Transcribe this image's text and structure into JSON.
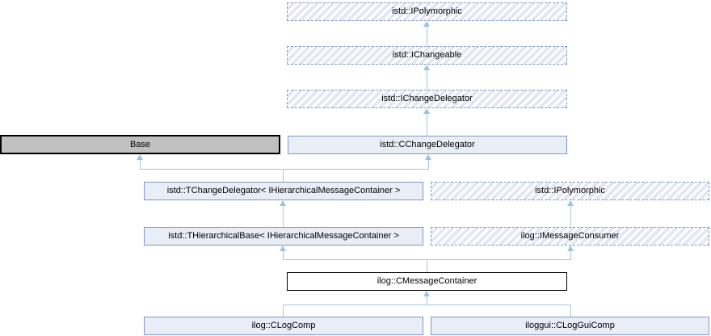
{
  "diagram": {
    "kind": "class-inheritance-graph",
    "nodes": {
      "ipolymorphic_top": {
        "label": "istd::IPolymorphic"
      },
      "ichangeable": {
        "label": "istd::IChangeable"
      },
      "ichangedelegator": {
        "label": "istd::IChangeDelegator"
      },
      "base": {
        "label": "Base"
      },
      "cchangedelegator": {
        "label": "istd::CChangeDelegator"
      },
      "tchangedelegator": {
        "label": "istd::TChangeDelegator< IHierarchicalMessageContainer >"
      },
      "ipolymorphic_right": {
        "label": "istd::IPolymorphic"
      },
      "thierarchicalbase": {
        "label": "istd::THierarchicalBase< IHierarchicalMessageContainer >"
      },
      "imessageconsumer": {
        "label": "ilog::IMessageConsumer"
      },
      "cmessagecontainer": {
        "label": "ilog::CMessageContainer"
      },
      "clogcomp": {
        "label": "ilog::CLogComp"
      },
      "clogguicomp": {
        "label": "iloggui::CLogGuiComp"
      }
    },
    "colors": {
      "edge": "#9cc2e0",
      "node_fill": "#e8edf6",
      "node_border": "#8098c6",
      "hatch_stripe": "#e2e7f3",
      "gray_node_fill": "#c0c0c0",
      "highlight_border": "#000000",
      "text": "#000000",
      "background": "#ffffff"
    }
  }
}
